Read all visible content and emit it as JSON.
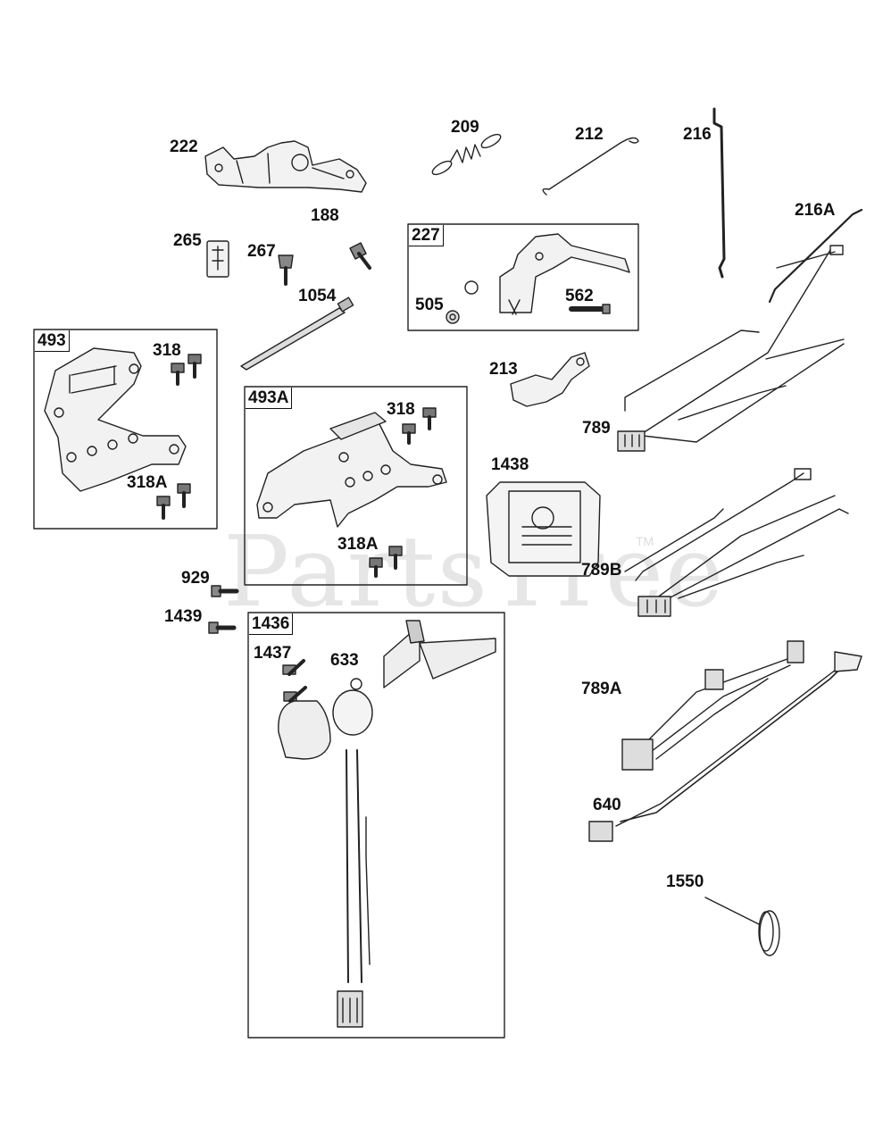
{
  "watermark": {
    "text": "PartsTree",
    "tm": "TM"
  },
  "parts": {
    "p222": "222",
    "p209": "209",
    "p212": "212",
    "p216": "216",
    "p216A": "216A",
    "p265": "265",
    "p267": "267",
    "p188": "188",
    "p1054": "1054",
    "p227": "227",
    "p505": "505",
    "p562": "562",
    "p493": "493",
    "p318a": "318",
    "p318A_a": "318A",
    "p493A": "493A",
    "p318b": "318",
    "p318A_b": "318A",
    "p213": "213",
    "p789": "789",
    "p1438": "1438",
    "p789B": "789B",
    "p929": "929",
    "p1439": "1439",
    "p1436": "1436",
    "p1437": "1437",
    "p633": "633",
    "p789A": "789A",
    "p640": "640",
    "p1550": "1550"
  }
}
